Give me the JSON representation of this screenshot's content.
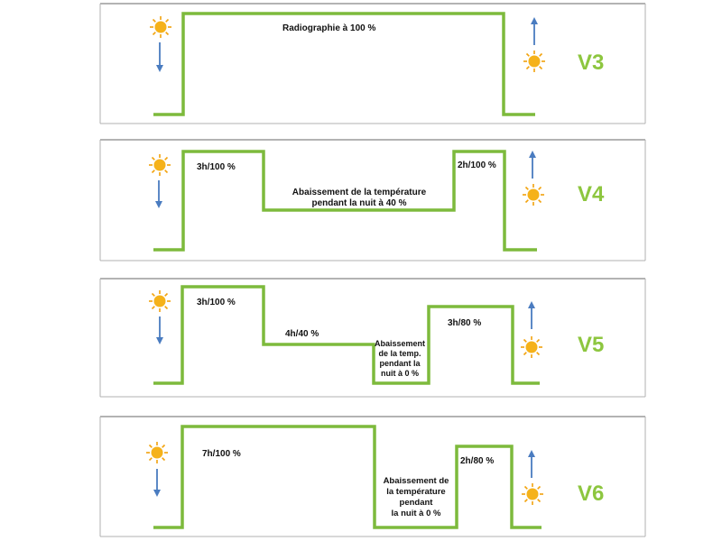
{
  "colors": {
    "profile_line": "#7dba3c",
    "label_green": "#8dc63f",
    "arrow": "#4a7cc0",
    "sun": "#f2a20c",
    "frame": "#9a9a9a"
  },
  "icons": {
    "sun": "sun-icon",
    "down": "arrow-down-icon",
    "up": "arrow-up-icon"
  },
  "panels": [
    {
      "id": "V3",
      "label": "V3",
      "texts": [
        "Radiographie à 100 %"
      ]
    },
    {
      "id": "V4",
      "label": "V4",
      "texts": [
        "3h/100 %",
        "Abaissement de la température",
        "pendant la nuit à 40 %",
        "2h/100 %"
      ]
    },
    {
      "id": "V5",
      "label": "V5",
      "texts": [
        "3h/100 %",
        "4h/40 %",
        "Abaissement",
        "de la temp.",
        "pendant la",
        "nuit à 0 %",
        "3h/80 %"
      ]
    },
    {
      "id": "V6",
      "label": "V6",
      "texts": [
        "7h/100 %",
        "Abaissement de",
        "la température",
        "pendant",
        "la nuit à 0 %",
        "2h/80 %"
      ]
    }
  ]
}
